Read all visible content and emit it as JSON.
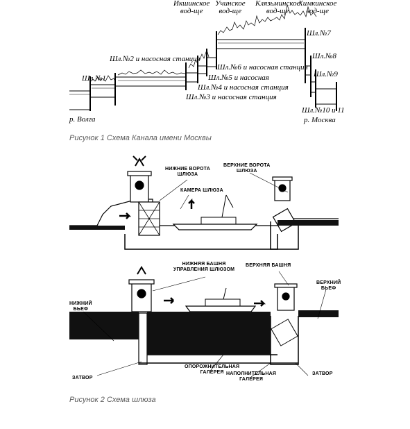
{
  "figure1": {
    "caption": "Рисунок 1 Схема Канала имени Москвы",
    "labels": {
      "ikshinskoe": "Икшинское\nвод-ще",
      "uchinskoe": "Учинское\nвод-ще",
      "klyazminskoe": "Клязьминское\nвод-ще",
      "khimkinskoe": "Химкинское\nвод-ще",
      "lock1": "Шл.№1",
      "lock2": "Шл.№2 и насосная станция",
      "lock3": "Шл.№3 и насосная станция",
      "lock4": "Шл.№4 и насосная станция",
      "lock5": "Шл.№5 и насосная",
      "lock6": "Шл.№6 и насосная станция",
      "lock7": "Шл.№7",
      "lock8": "Шл.№8",
      "lock9": "Шл.№9",
      "lock10_11": "Шл.№10 и 11",
      "volga": "р. Волга",
      "moskva": "р. Москва"
    }
  },
  "figure2": {
    "caption": "Рисунок 2 Схема шлюза",
    "labels": {
      "lower_gates": "НИЖНИЕ ВОРОТА\nШЛЮЗА",
      "upper_gates": "ВЕРХНИЕ ВОРОТА\nШЛЮЗА",
      "chamber": "КАМЕРА ШЛЮЗА",
      "lower_tower": "НИЖНЯЯ БАШНЯ\nУПРАВЛЕНИЯ ШЛЮЗОМ",
      "upper_tower": "ВЕРХНЯЯ БАШНЯ",
      "lower_pool": "НИЖНИЙ\nБЬЕФ",
      "upper_pool": "ВЕРХНИЙ\nБЬЕФ",
      "valve_left": "ЗАТВОР",
      "valve_right": "ЗАТВОР",
      "emptying_gallery": "ОПОРОЖНИТЕЛЬНАЯ\nГАЛЕРЕЯ",
      "filling_gallery": "НАПОЛНИТЕЛЬНАЯ\nГАЛЕРЕЯ"
    }
  }
}
